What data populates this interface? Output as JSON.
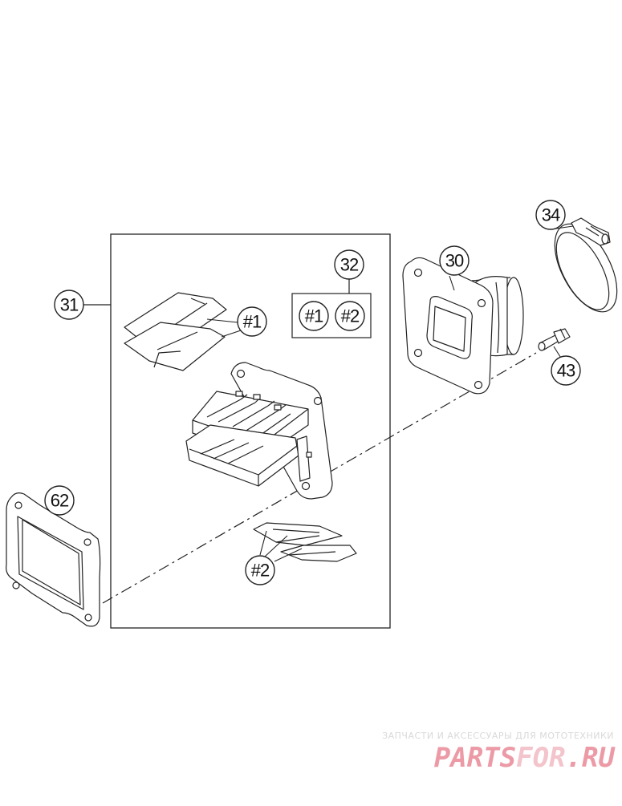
{
  "callouts": {
    "p31": "31",
    "p32": "32",
    "p30": "30",
    "p34": "34",
    "p43": "43",
    "p62": "62",
    "kit1_in_32": "#1",
    "kit2_in_32": "#2",
    "kit1": "#1",
    "kit2": "#2"
  },
  "watermark": {
    "tagline": "ЗАПЧАСТИ И АКСЕССУАРЫ ДЛЯ МОТОТЕХНИКИ",
    "logo_main": "PARTS",
    "logo_accent": "FOR",
    "logo_suffix": ".RU"
  },
  "colors": {
    "line": "#222222",
    "watermark_red": "#ec9aa6",
    "watermark_pink": "#f3c4cb",
    "watermark_gray": "#d9d9d9"
  }
}
